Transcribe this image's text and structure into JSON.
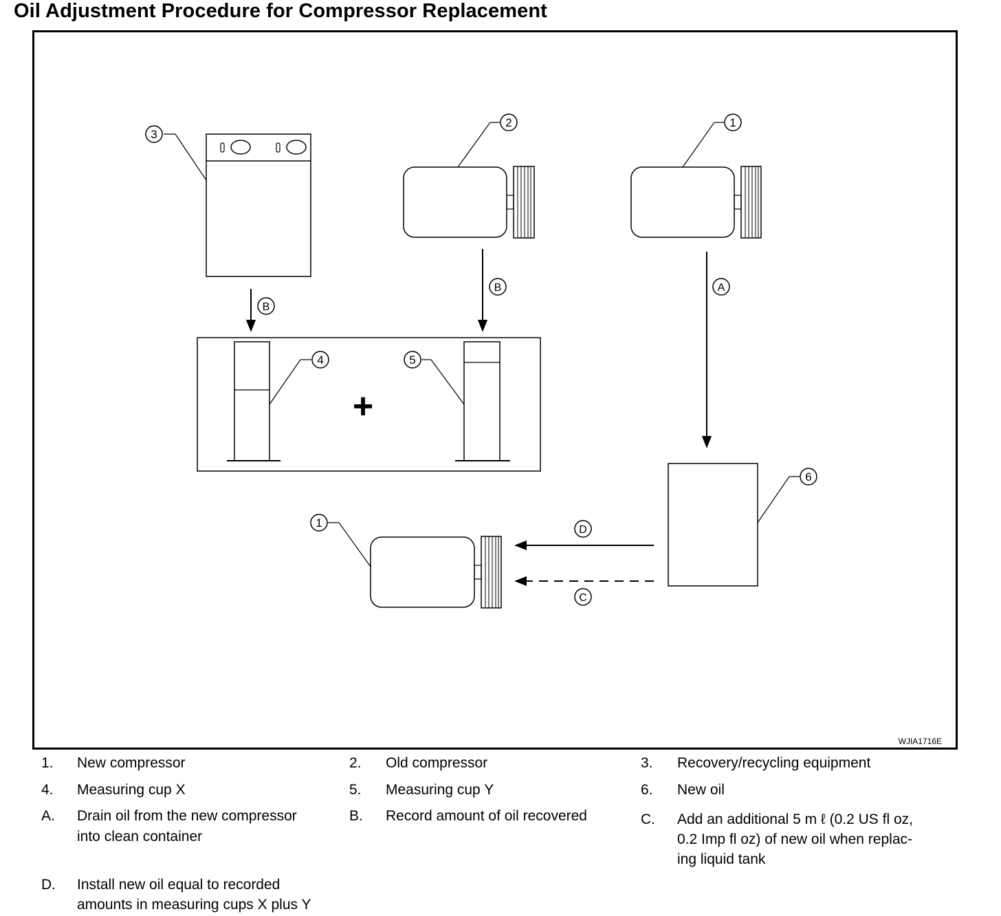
{
  "title": "Oil Adjustment Procedure for Compressor Replacement",
  "figure_code": "WJIA1716E",
  "callouts": {
    "recovery_equipment": "3",
    "old_compressor": "2",
    "new_compressor_top": "1",
    "cup_x": "4",
    "cup_y": "5",
    "new_oil": "6",
    "new_compressor_bottom": "1"
  },
  "arrow_labels": {
    "b_left": "B",
    "b_right": "B",
    "a": "A",
    "d": "D",
    "c": "C"
  },
  "plus_sign": "+",
  "legend": [
    {
      "num": "1.",
      "text": "New compressor"
    },
    {
      "num": "2.",
      "text": "Old compressor"
    },
    {
      "num": "3.",
      "text": "Recovery/recycling equipment"
    },
    {
      "num": "4.",
      "text": "Measuring cup X"
    },
    {
      "num": "5.",
      "text": "Measuring cup Y"
    },
    {
      "num": "6.",
      "text": "New oil"
    },
    {
      "num": "A.",
      "text": "Drain oil from the new compressor into clean container"
    },
    {
      "num": "B.",
      "text": "Record amount of oil recovered"
    },
    {
      "num": "C.",
      "text": "Add an additional 5 m ℓ (0.2 US fl oz, 0.2 Imp fl oz) of new oil when replacing liquid tank"
    },
    {
      "num": "D.",
      "text": "Install new oil equal to recorded amounts in measuring cups X plus Y"
    }
  ],
  "legend_lines": {
    "a": [
      "Drain oil from the new compressor",
      "into clean container"
    ],
    "c": [
      "Add an additional 5 m ℓ (0.2 US fl oz,",
      "0.2 Imp fl oz) of new oil when replac-",
      "ing liquid tank"
    ],
    "d": [
      "Install new oil equal to recorded",
      "amounts in measuring cups X plus Y"
    ]
  }
}
